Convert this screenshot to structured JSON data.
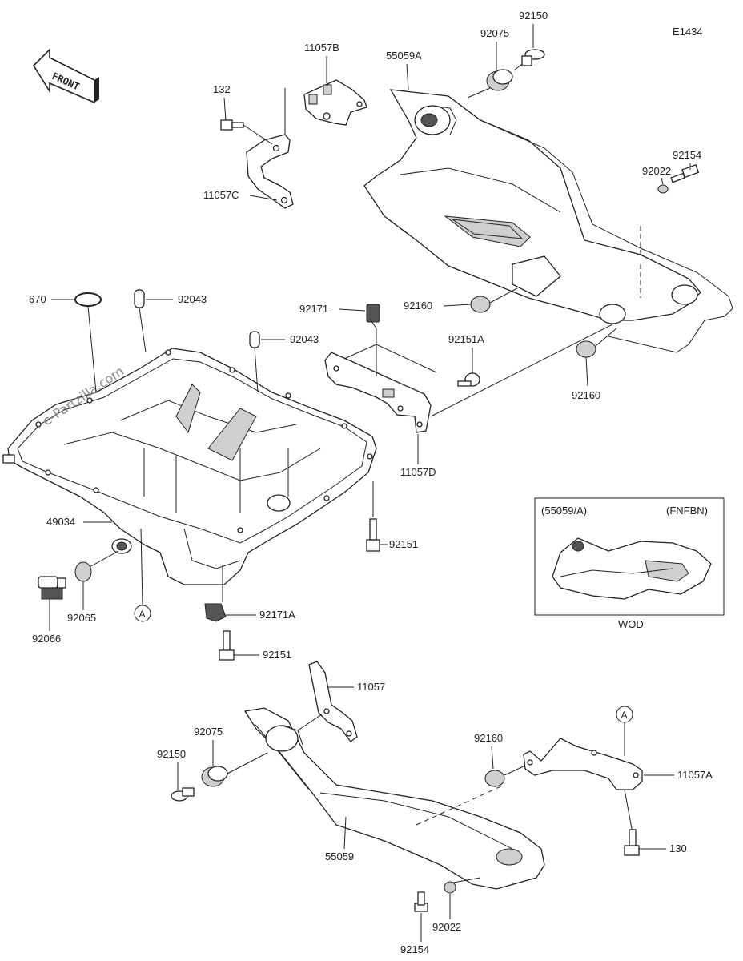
{
  "diagram_code": "E1434",
  "front_label": "FRONT",
  "watermark": "e-Partzilla.com",
  "parts": {
    "p92150_top": "92150",
    "p92075_top": "92075",
    "p11057B": "11057B",
    "p55059A": "55059A",
    "p132": "132",
    "p92154_top": "92154",
    "p92022_top": "92022",
    "p11057C": "11057C",
    "p670": "670",
    "p92043_a": "92043",
    "p92043_b": "92043",
    "p92171": "92171",
    "p92160_a": "92160",
    "p92151A": "92151A",
    "p92160_b": "92160",
    "p11057D": "11057D",
    "p49034": "49034",
    "p92151_a": "92151",
    "p92066": "92066",
    "p92065": "92065",
    "p92171A": "92171A",
    "p92151_b": "92151",
    "p11057": "11057",
    "p92075_bot": "92075",
    "p92150_bot": "92150",
    "p92160_c": "92160",
    "p11057A": "11057A",
    "p130": "130",
    "p55059": "55059",
    "p92154_bot": "92154",
    "p92022_bot": "92022"
  },
  "refs": {
    "ref_a_left": "A",
    "ref_a_right": "A"
  },
  "inset": {
    "left_label": "(55059/A)",
    "right_label": "(FNFBN)",
    "caption": "WOD"
  }
}
